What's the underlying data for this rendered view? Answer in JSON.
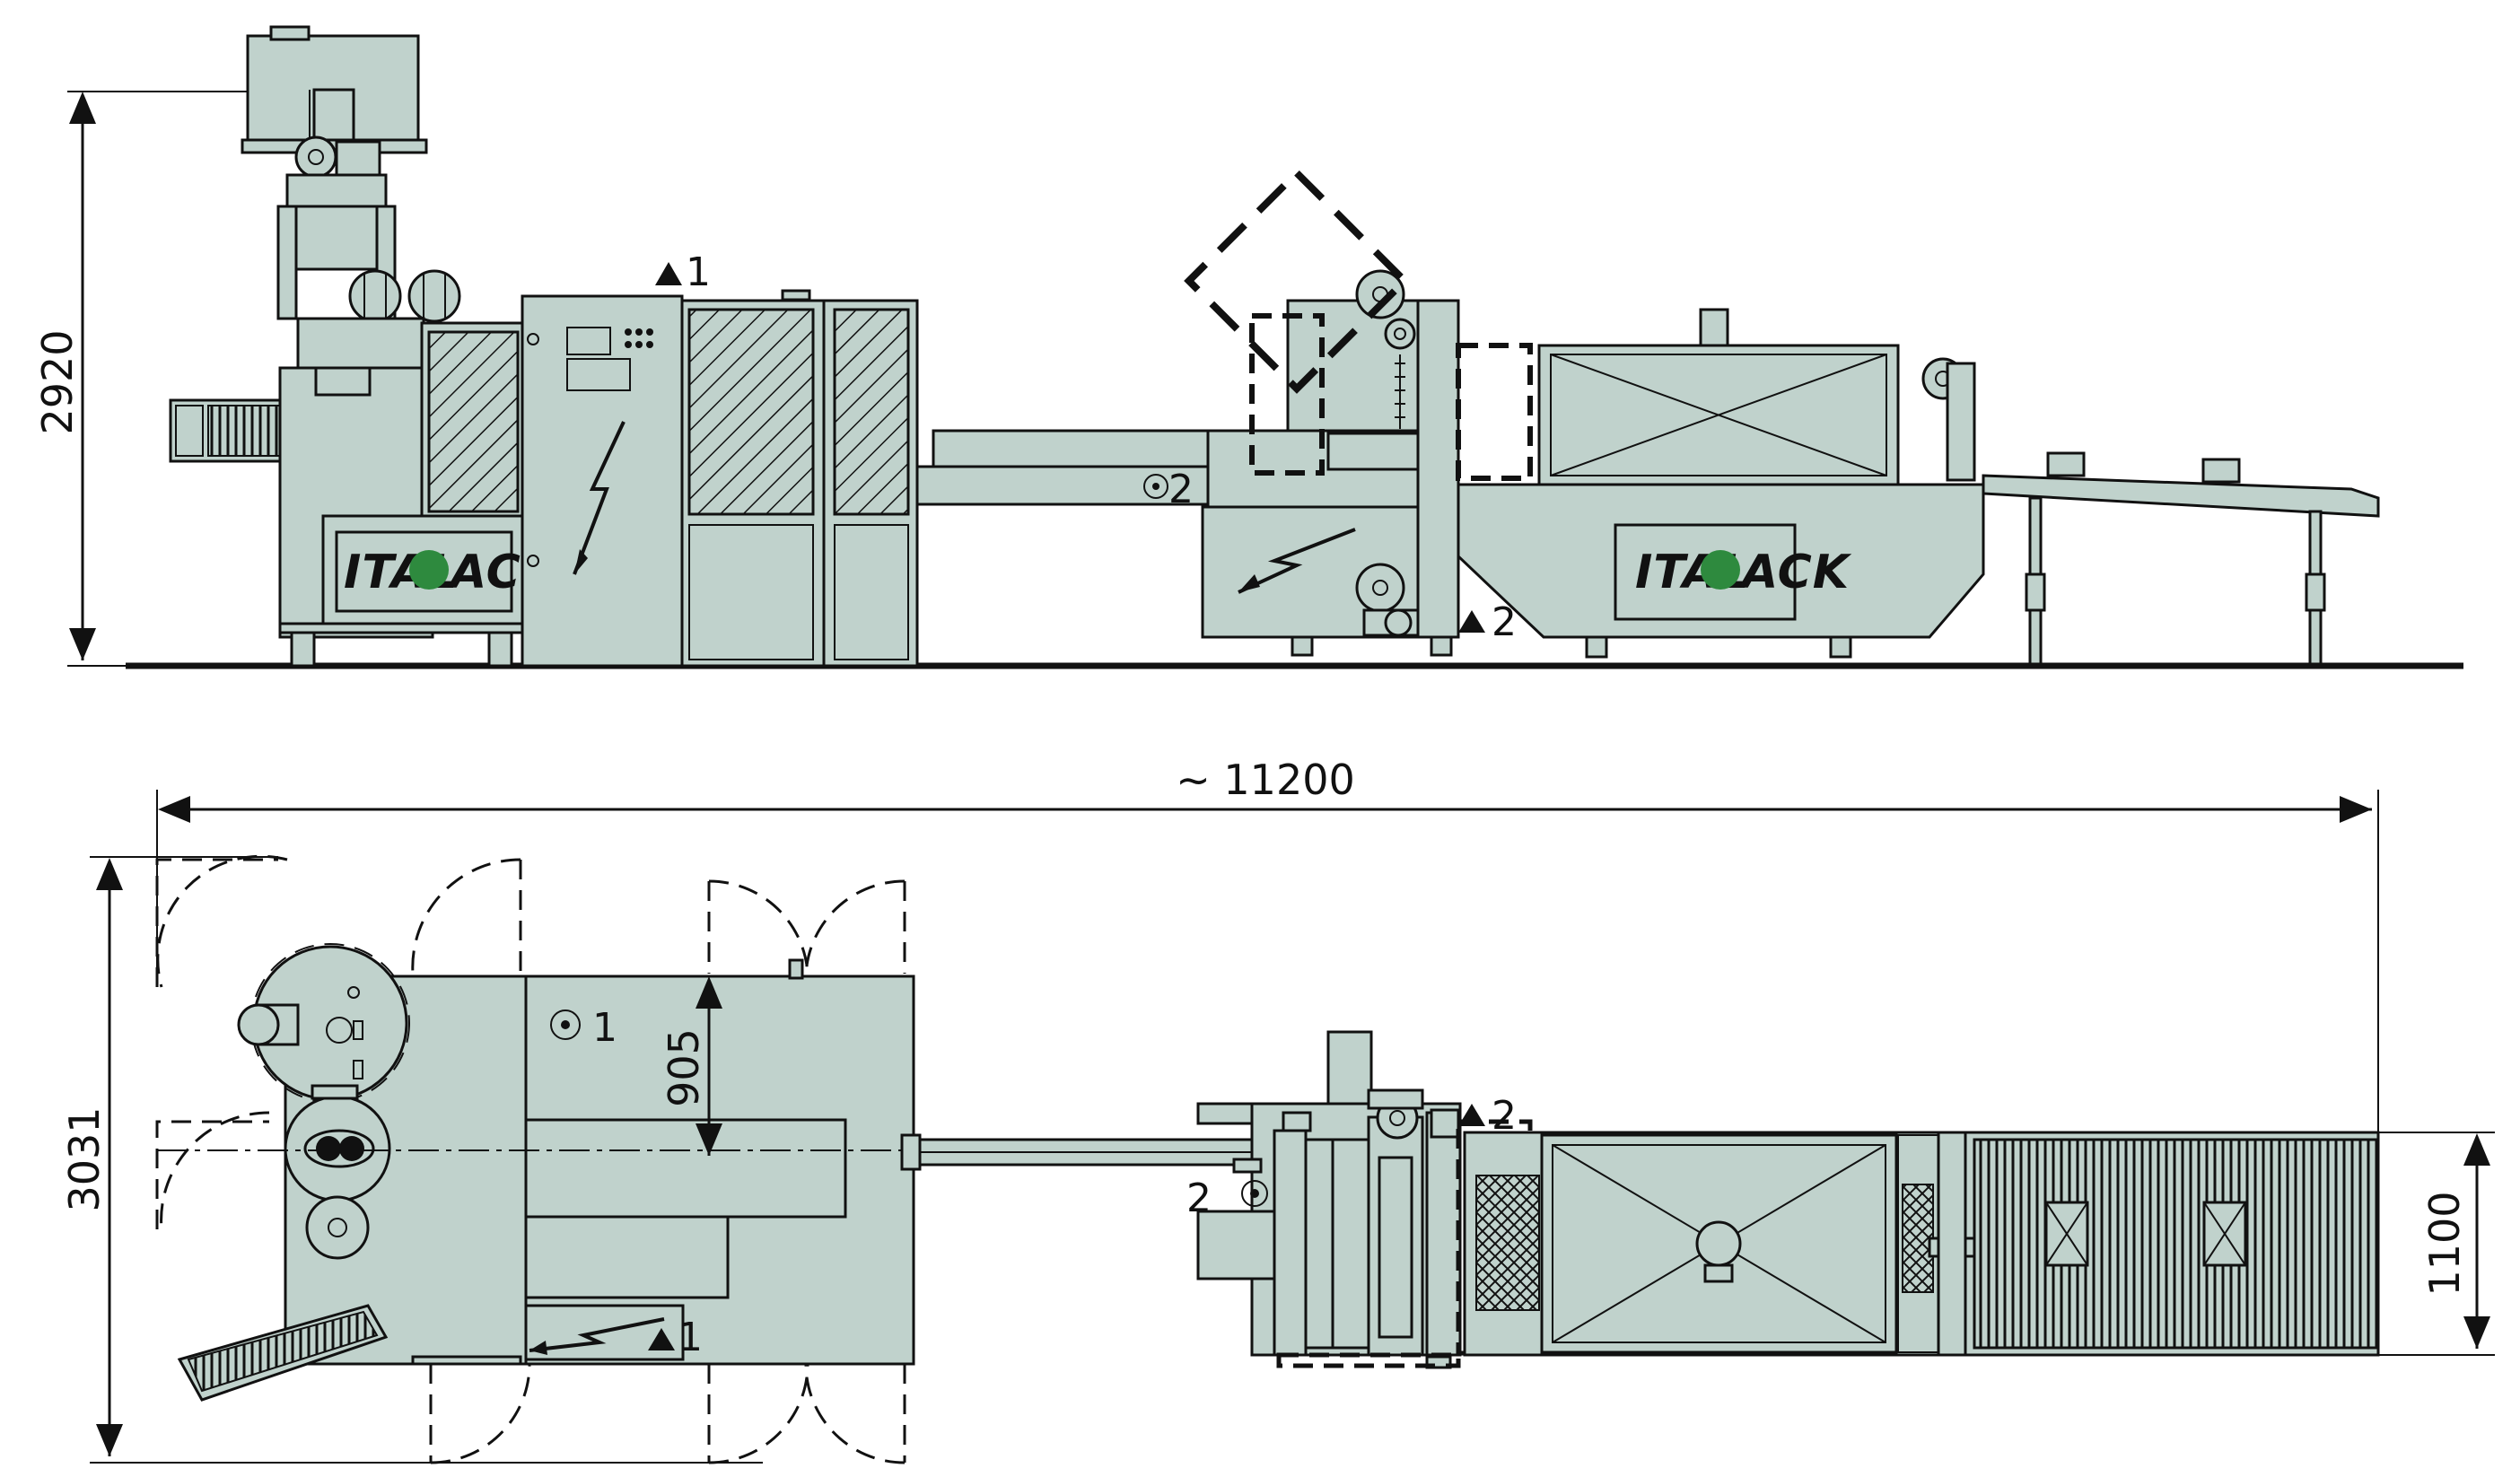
{
  "dimensions": {
    "height_side": "2920",
    "total_length": "~  11200",
    "width_plan": "3031",
    "inner_offset": "905",
    "conveyor_width": "1100"
  },
  "markers": {
    "m1": "1",
    "m2": "2"
  },
  "logo": {
    "left_a": "ITAL",
    "left_b": "ACK",
    "right_a": "ITAL",
    "right_b": "ACK",
    "color": "#2e8a3e"
  },
  "colors": {
    "machine_body": "#c0d2cc",
    "line": "#111111"
  }
}
